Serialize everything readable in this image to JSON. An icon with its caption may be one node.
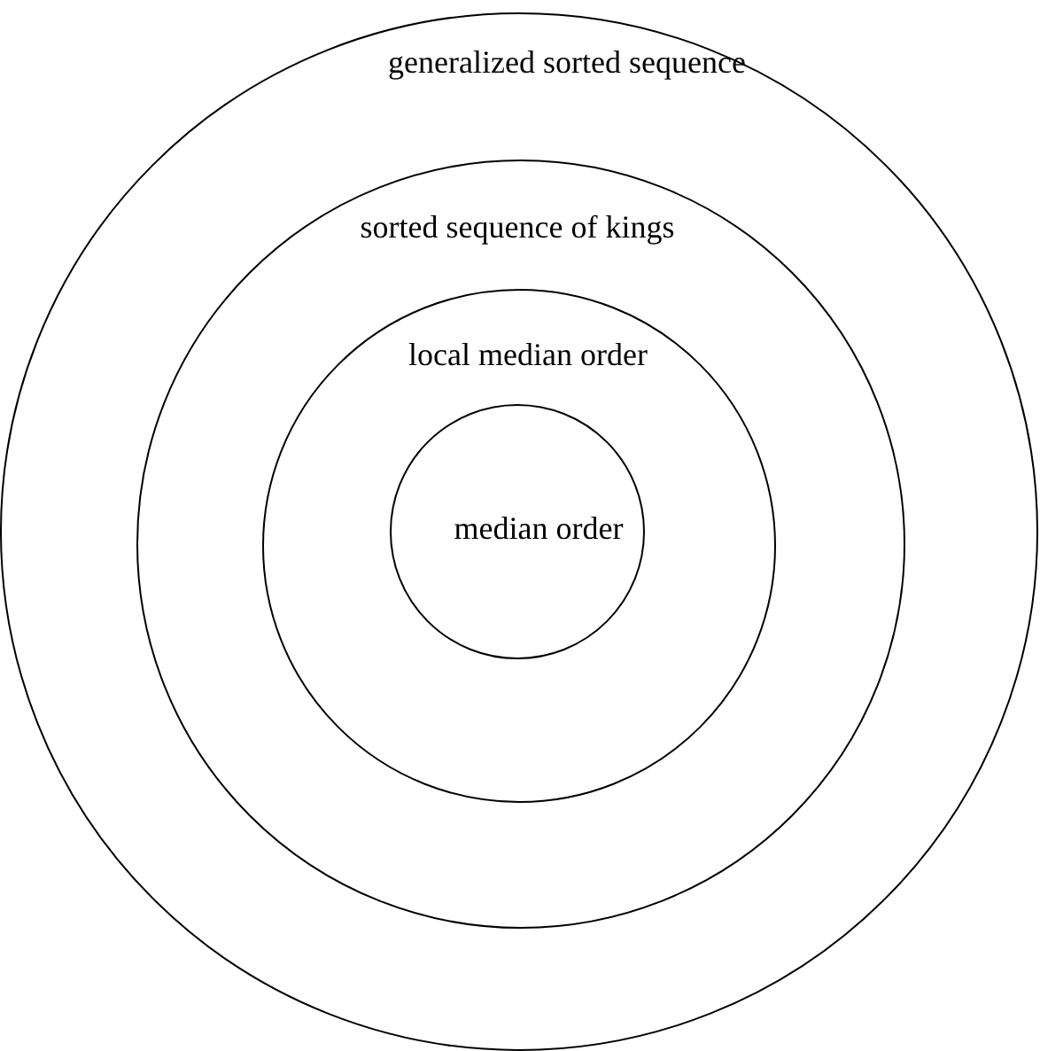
{
  "diagram": {
    "nodes": [
      {
        "text": [
          "generalized sorted sequence"
        ]
      },
      {
        "text": [
          "sorted sequence of kings"
        ],
        "in": 0
      },
      {
        "text": [
          "local median order"
        ],
        "in": 1
      },
      {
        "text": [
          "median order"
        ],
        "in": 2
      }
    ]
  }
}
